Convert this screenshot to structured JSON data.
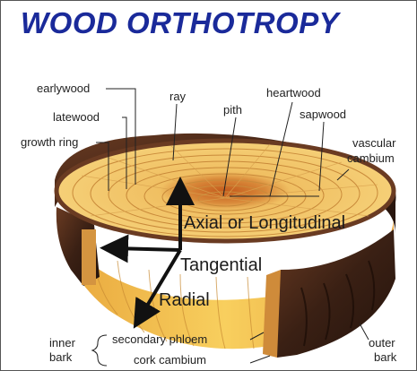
{
  "title": "WOOD ORTHOTROPY",
  "labels": {
    "earlywood": "earlywood",
    "latewood": "latewood",
    "growth_ring": "growth ring",
    "ray": "ray",
    "pith": "pith",
    "heartwood": "heartwood",
    "sapwood": "sapwood",
    "vascular": "vascular",
    "cambium": "cambium",
    "inner": "inner",
    "bark": "bark",
    "secondary_phloem": "secondary phloem",
    "cork_cambium": "cork cambium",
    "outer": "outer",
    "outer_bark": "bark"
  },
  "axes": {
    "axial": "Axial or Longitudinal",
    "tangential": "Tangential",
    "radial": "Radial"
  },
  "colors": {
    "title": "#1a2a9a",
    "wood": "#f2c45a",
    "heartwood": "#c76a25",
    "bark": "#4a2a1a"
  }
}
